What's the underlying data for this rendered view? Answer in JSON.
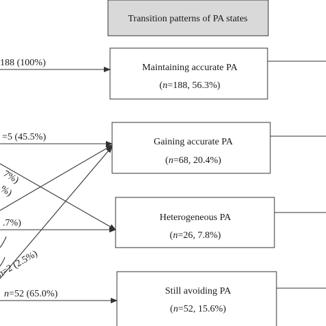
{
  "header": "Transition patterns of PA states",
  "boxes": [
    {
      "title": "Maintaining accurate PA",
      "n_italic": "n",
      "stat": "=188, 56.3%)"
    },
    {
      "title": "Gaining accurate PA",
      "n_italic": "n",
      "stat": "=68, 20.4%)"
    },
    {
      "title": "Heterogeneous PA",
      "n_italic": "n",
      "stat": "=26, 7.8%)"
    },
    {
      "title": "Still avoiding PA",
      "n_italic": "n",
      "stat": "=52, 15.6%)"
    }
  ],
  "edge_labels": [
    "188 (100%)",
    "=5 (45.5%)",
    "7%)",
    "%)",
    ".7%)",
    "n=2 (2.5%)",
    "=52 (65.0%)"
  ],
  "edge_label_italic_n": "n",
  "colors": {
    "header_fill": "#d9d9d9",
    "line": "#333333"
  }
}
